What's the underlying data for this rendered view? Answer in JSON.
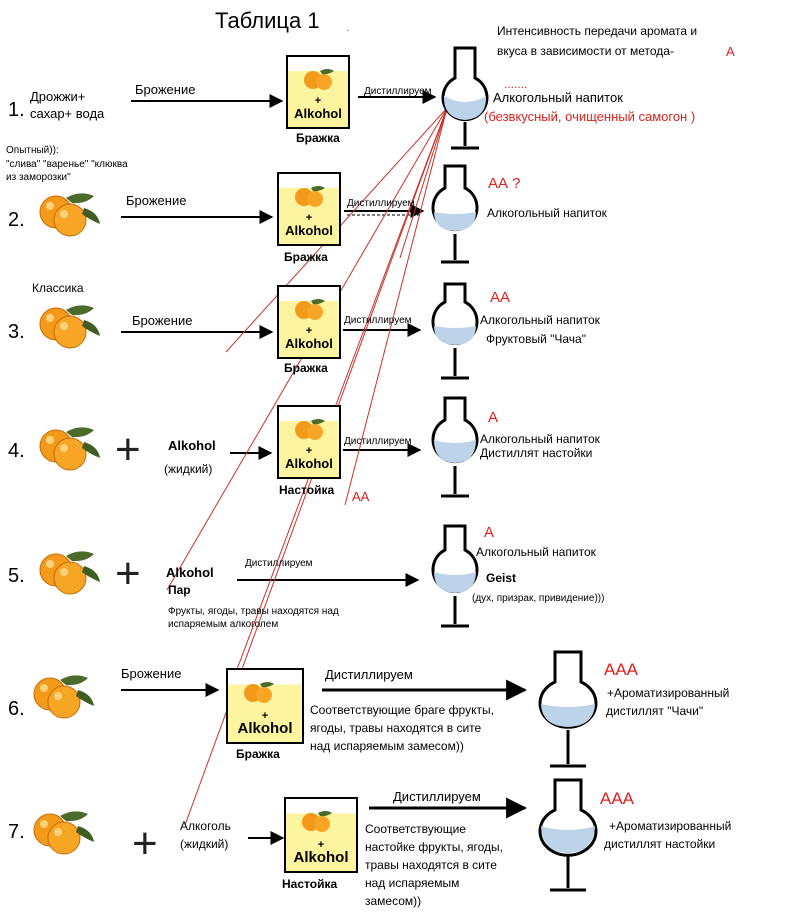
{
  "title": "Таблица 1",
  "title_dot": ".",
  "header_note": {
    "line1": "Интенсивность передачи аромата и",
    "line2": "вкуса в зависимости от метода-",
    "mark": "А"
  },
  "rows": [
    {
      "num": "1.",
      "input1": "Дрожжи+",
      "input2": "сахар+ вода",
      "arrow_label": "Брожение",
      "box_label": "Бражка",
      "distill_label": "Дистиллируем",
      "dots": ".......",
      "result1": "Алкогольный напиток",
      "result2": "(безвкусный, очищенный самогон )"
    },
    {
      "num": "2.",
      "note1": "Опытный)):",
      "note2": "\"слива\" \"варенье\" \"клюква",
      "note3": "из заморозки\"",
      "arrow_label": "Брожение",
      "box_label": "Бражка",
      "distill_label": "Дистиллируем",
      "rating": "АА ?",
      "result1": "Алкогольный напиток"
    },
    {
      "num": "3.",
      "note1": "Классика",
      "arrow_label": "Брожение",
      "box_label": "Бражка",
      "distill_label": "Дистиллируем",
      "rating": "АА",
      "result1": "Алкогольный напиток",
      "result2": "Фруктовый \"Чача\""
    },
    {
      "num": "4.",
      "input1": "Alkohol",
      "input2": "(жидкий)",
      "box_label": "Настойка",
      "box_rating": "АА",
      "distill_label": "Дистиллируем",
      "rating": "А",
      "result1": "Алкогольный напиток",
      "result2": "Дистиллят настойки"
    },
    {
      "num": "5.",
      "input1": "Alkohol",
      "input2": "Пар",
      "distill_label": "Дистиллируем",
      "note1": "Фрукты, ягоды, травы находятся над",
      "note2": "испаряемым алкоголем",
      "rating": "А",
      "result1": "Алкогольный напиток",
      "result2": "Geist",
      "result3": "(дух, призрак, привидение)))"
    },
    {
      "num": "6.",
      "arrow_label": "Брожение",
      "box_label": "Бражка",
      "distill_label": "Дистиллируем",
      "note1": "Соответствующие браге фрукты,",
      "note2": "ягоды, травы находятся в сите",
      "note3": "над испаряемым замесом))",
      "rating": "ААА",
      "result1": "+Ароматизированный",
      "result2": "дистиллят \"Чачи\""
    },
    {
      "num": "7.",
      "input1": "Алкоголь",
      "input2": "(жидкий)",
      "box_label": "Настойка",
      "distill_label": "Дистиллируем",
      "note1": "Соответствующие",
      "note2": "настойке фрукты, ягоды,",
      "note3": "травы находятся в сите",
      "note4": "над испаряемым",
      "note5": "замесом))",
      "rating": "ААА",
      "result1": "+Ароматизированный",
      "result2": "дистиллят настойки"
    }
  ],
  "box_text": {
    "plus": "+",
    "alc": "Alkohol"
  },
  "colors": {
    "accent_red": "#e0201c",
    "mash_yellow": "#fdf4a0",
    "liquid_blue": "#bcd3ea",
    "orange": "#f39a1a"
  }
}
